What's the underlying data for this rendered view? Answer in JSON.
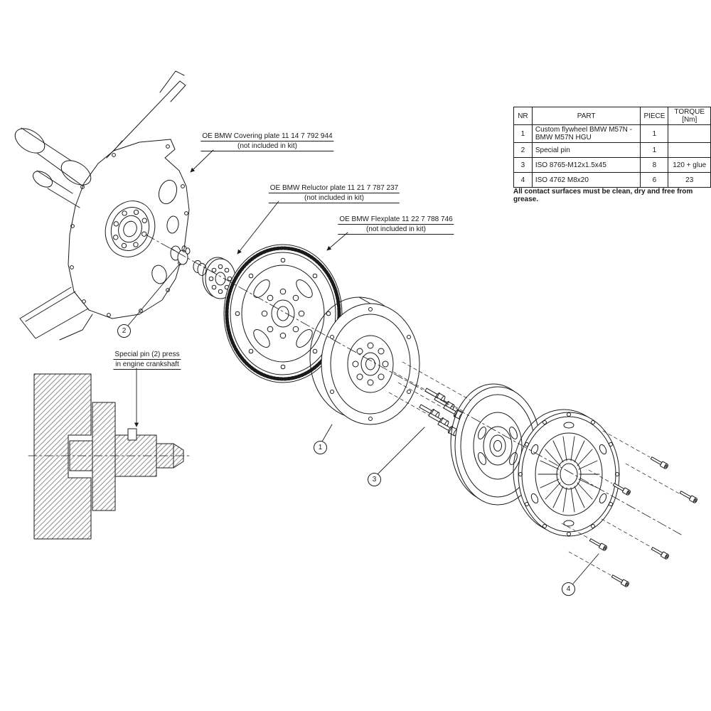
{
  "table": {
    "headers": {
      "nr": "NR",
      "part": "PART",
      "piece": "PIECE",
      "torque": "TORQUE [Nm]"
    },
    "rows": [
      {
        "nr": "1",
        "part": "Custom flywheel BMW M57N - BMW M57N HGU",
        "piece": "1",
        "torque": ""
      },
      {
        "nr": "2",
        "part": "Special pin",
        "piece": "1",
        "torque": ""
      },
      {
        "nr": "3",
        "part": "ISO 8765-M12x1.5x45",
        "piece": "8",
        "torque": "120 + glue"
      },
      {
        "nr": "4",
        "part": "ISO 4762 M8x20",
        "piece": "6",
        "torque": "23"
      }
    ],
    "note": "All contact surfaces must be clean, dry and free from grease."
  },
  "labels": {
    "covering_plate_line1": "OE BMW Covering plate 11 14 7 792 944",
    "covering_plate_line2": "(not included in kit)",
    "reluctor_plate_line1": "OE BMW Reluctor plate 11 21 7 787 237",
    "reluctor_plate_line2": "(not included in kit)",
    "flexplate_line1": "OE BMW Flexplate 11 22 7 788 746",
    "flexplate_line2": "(not included in kit)",
    "special_pin_line1": "Special pin (2) press",
    "special_pin_line2": "in engine crankshaft"
  },
  "callouts": {
    "c1": "1",
    "c2": "2",
    "c3": "3",
    "c4": "4"
  },
  "colors": {
    "line": "#1a1a1a",
    "background": "#ffffff"
  }
}
